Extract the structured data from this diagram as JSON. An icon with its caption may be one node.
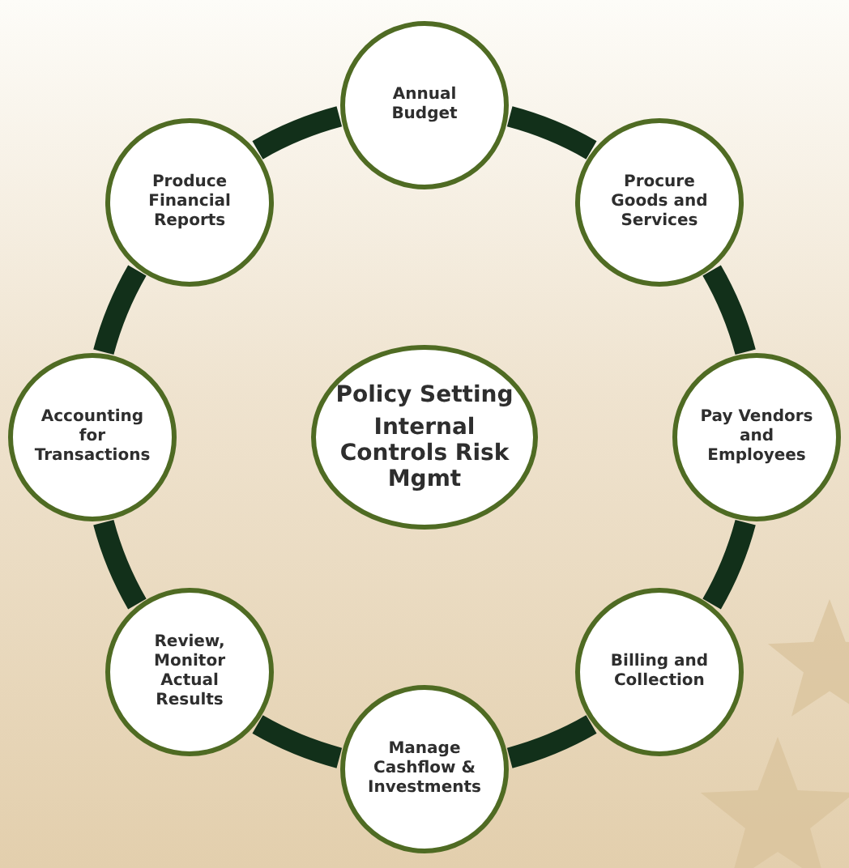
{
  "diagram": {
    "nodes": [
      {
        "text": [
          "Annual Budget"
        ]
      },
      {
        "text": [
          "Produce Financial Reports"
        ]
      },
      {
        "text": [
          "Procure Goods and Services"
        ]
      },
      {
        "text": [
          "Accounting for Transactions"
        ]
      },
      {
        "text": [
          "Policy Setting",
          "Internal Controls Risk Mgmt"
        ]
      },
      {
        "text": [
          "Pay Vendors and Employees"
        ]
      },
      {
        "text": [
          "Review, Monitor Actual Results"
        ]
      },
      {
        "text": [
          "Billing and Collection"
        ]
      },
      {
        "text": [
          "Manage Cashflow & Investments"
        ]
      }
    ],
    "edges": [
      {
        "from": 0,
        "to": 2,
        "arrow": "none"
      },
      {
        "from": 2,
        "to": 5,
        "arrow": "none"
      },
      {
        "from": 5,
        "to": 7,
        "arrow": "none"
      },
      {
        "from": 7,
        "to": 8,
        "arrow": "none"
      },
      {
        "from": 8,
        "to": 6,
        "arrow": "none"
      },
      {
        "from": 6,
        "to": 3,
        "arrow": "none"
      },
      {
        "from": 3,
        "to": 1,
        "arrow": "none"
      },
      {
        "from": 1,
        "to": 0,
        "arrow": "none"
      }
    ]
  }
}
